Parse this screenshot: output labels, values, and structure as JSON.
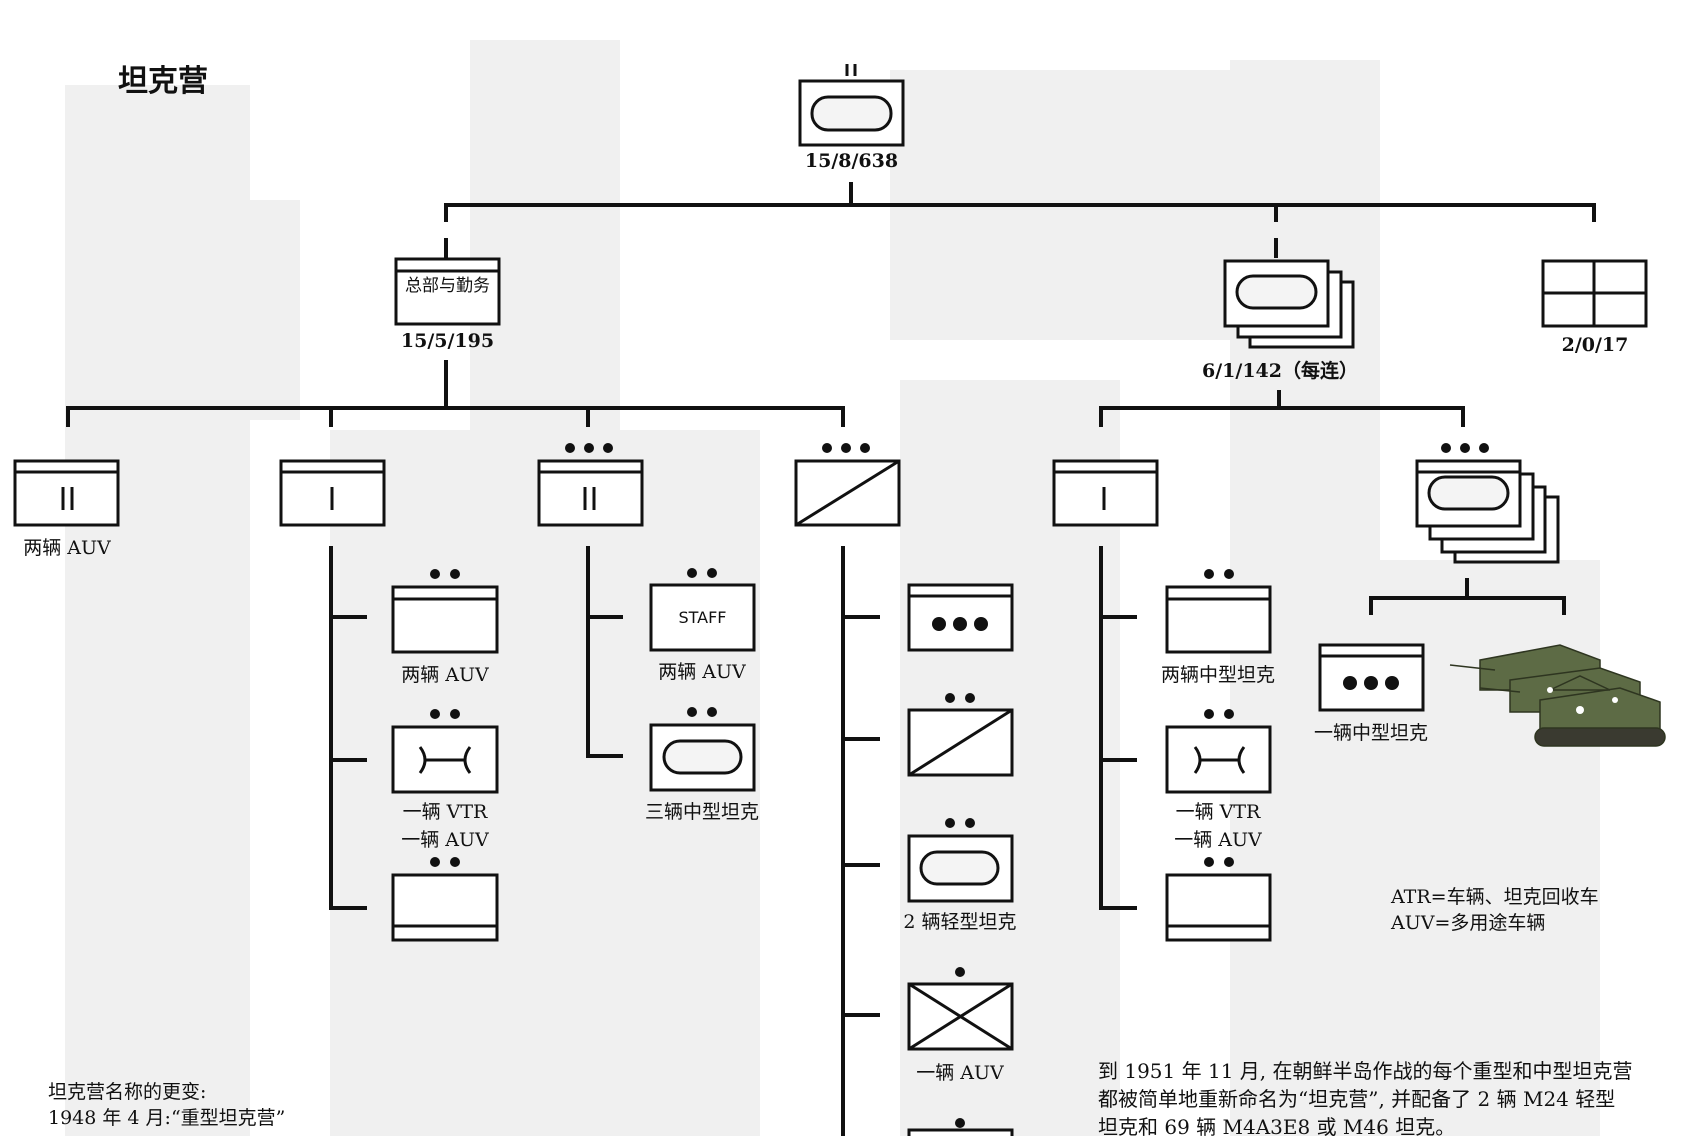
{
  "title": "坦克营",
  "battalion": {
    "strength": "15/8/638"
  },
  "hq_company": {
    "label": "总部与勤务",
    "strength": "15/5/195"
  },
  "tank_companies": {
    "strength": "6/1/142（每连）"
  },
  "medical": {
    "strength": "2/0/17"
  },
  "hq_subunits": {
    "section1": {
      "caption": "两辆 AUV"
    },
    "platoon1": {
      "section_a": {
        "caption": "两辆 AUV"
      },
      "section_b": {
        "caption_1": "一辆 VTR",
        "caption_2": "一辆 AUV"
      }
    },
    "platoon2": {
      "staff_label": "STAFF",
      "staff_caption": "两辆 AUV",
      "tank_caption": "三辆中型坦克"
    },
    "recon": {
      "light_tank_caption": "2 辆轻型坦克",
      "infantry_caption": "一辆 AUV"
    }
  },
  "company_subunits": {
    "hq_section": {
      "tank_caption": "两辆中型坦克",
      "vtr_caption_1": "一辆 VTR",
      "vtr_caption_2": "一辆 AUV"
    },
    "platoon": {
      "caption": "一辆中型坦克"
    }
  },
  "legend": {
    "line1": "ATR=车辆、坦克回收车",
    "line2": "AUV=多用途车辆"
  },
  "note_left": {
    "line1": "坦克营名称的更变:",
    "line2": "1948 年 4 月:“重型坦克营”"
  },
  "note_right": {
    "line1": "到 1951 年 11 月, 在朝鲜半岛作战的每个重型和中型坦克营",
    "line2": "都被简单地重新命名为“坦克营”, 并配备了 2 辆 M24 轻型",
    "line3": "坦克和 69 辆 M4A3E8 或 M46 坦克。"
  },
  "watermark_color": "#efefef",
  "line_color": "#111111"
}
